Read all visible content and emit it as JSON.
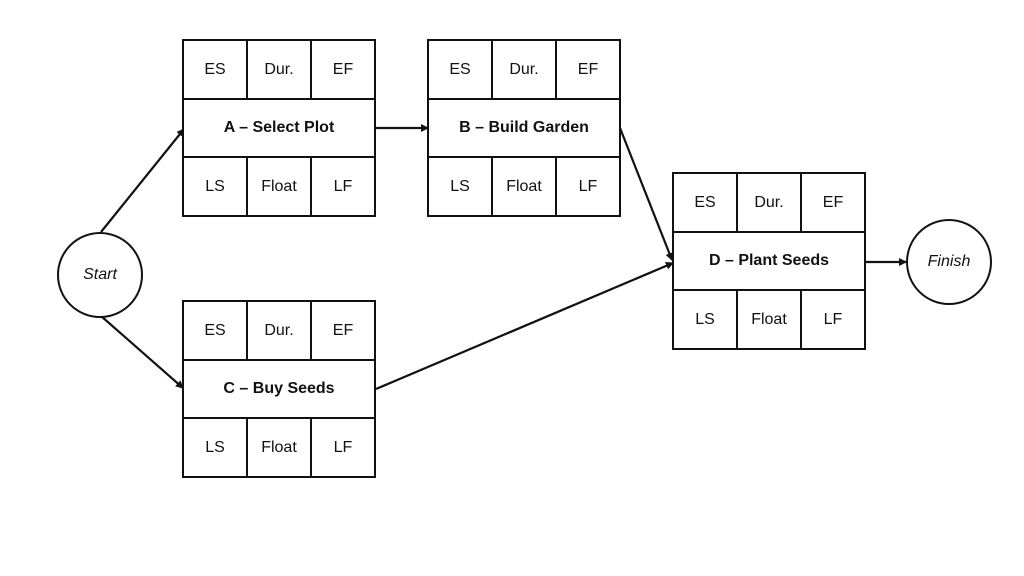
{
  "start_label": "Start",
  "finish_label": "Finish",
  "activities": [
    {
      "id": "A",
      "name": "A – Select Plot",
      "es": "ES",
      "dur": "Dur.",
      "ef": "EF",
      "ls": "LS",
      "float": "Float",
      "lf": "LF"
    },
    {
      "id": "B",
      "name": "B – Build Garden",
      "es": "ES",
      "dur": "Dur.",
      "ef": "EF",
      "ls": "LS",
      "float": "Float",
      "lf": "LF"
    },
    {
      "id": "C",
      "name": "C – Buy Seeds",
      "es": "ES",
      "dur": "Dur.",
      "ef": "EF",
      "ls": "LS",
      "float": "Float",
      "lf": "LF"
    },
    {
      "id": "D",
      "name": "D – Plant Seeds",
      "es": "ES",
      "dur": "Dur.",
      "ef": "EF",
      "ls": "LS",
      "float": "Float",
      "lf": "LF"
    }
  ],
  "edges": [
    {
      "from": "Start",
      "to": "A"
    },
    {
      "from": "Start",
      "to": "C"
    },
    {
      "from": "A",
      "to": "B"
    },
    {
      "from": "B",
      "to": "D"
    },
    {
      "from": "C",
      "to": "D"
    },
    {
      "from": "D",
      "to": "Finish"
    }
  ]
}
